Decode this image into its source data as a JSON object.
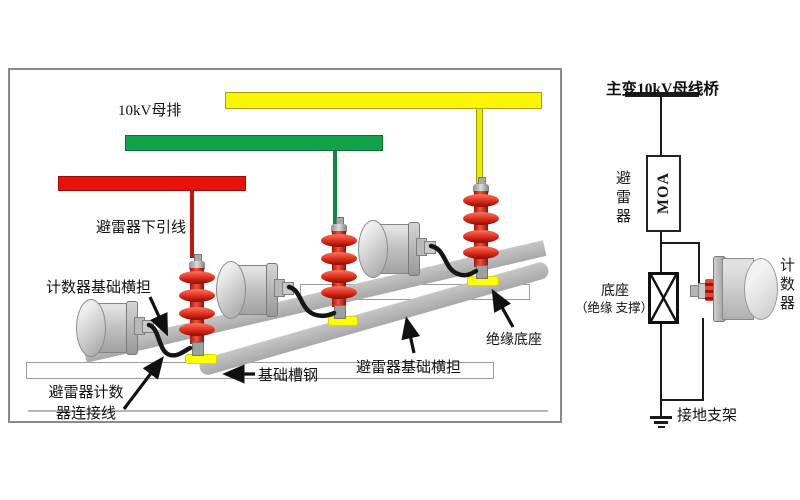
{
  "left_panel": {
    "busbar_label": "10kV母排",
    "downlead_label": "避雷器下引线",
    "counter_crossarm_label": "计数器基础横担",
    "counter_wire_label_line1": "避雷器计数",
    "counter_wire_label_line2": "器连接线",
    "channel_steel_label": "基础槽钢",
    "arrester_crossarm_label": "避雷器基础横担",
    "insulating_base_label": "绝缘底座",
    "colors": {
      "busbar_red": "#e8120d",
      "busbar_green": "#12a24b",
      "busbar_yellow": "#fcf400",
      "downlead_red": "#c11510",
      "downlead_green": "#0c8a40",
      "downlead_yellow": "#f0e800",
      "pad_yellow": "#ffff00",
      "arrester_red": "#de2b1a",
      "beam_gray": "#b5b5b5"
    }
  },
  "right_panel": {
    "title": "主变10kV母线桥",
    "moa_label": "MOA",
    "arrester_label": "避雷器",
    "base_label": "底座",
    "base_sub_label": "（绝缘 支撑）",
    "counter_label": "计数器",
    "ground_label": "接地支架"
  }
}
